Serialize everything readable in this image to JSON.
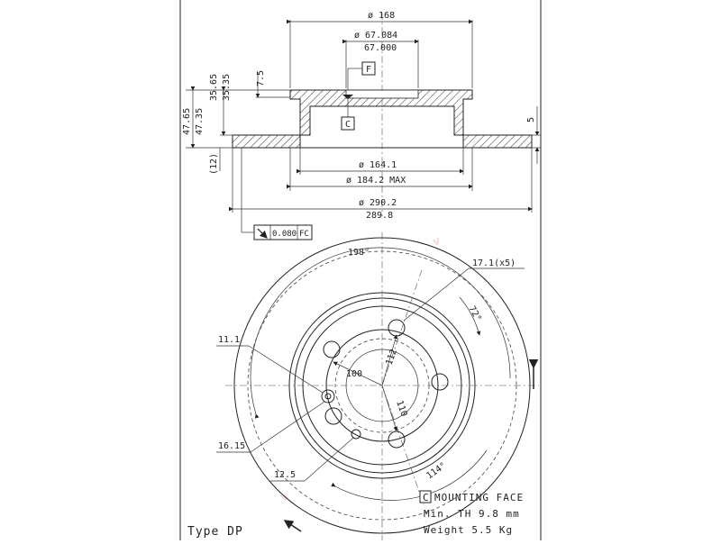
{
  "dimensions": {
    "top_diameter": "ø 168",
    "hub_tol_upper": "ø 67.084",
    "hub_tol_lower": "67.000",
    "datum_f": "F",
    "datum_c": "C",
    "offset_7_5": "7.5",
    "height_35_65": "35.65",
    "height_35_35": "35.35",
    "height_47_65": "47.65",
    "height_47_35": "47.35",
    "thickness_12": "(12)",
    "right_5": "5",
    "d_164_1": "ø 164.1",
    "d_184_2": "ø 184.2 MAX",
    "d_290_2": "ø 290.2",
    "d_289_8": "289.8",
    "runout_value": "0.080",
    "runout_ref": "FC"
  },
  "front_view": {
    "angle_198": "198°",
    "hole_17_1": "17.1(x5)",
    "angle_72": "72°",
    "r_11_1": "11.1",
    "r_100": "100",
    "r_112": "112",
    "r_110": "110",
    "r_16_15": "16.15",
    "r_12_5": "12.5",
    "angle_114": "114°"
  },
  "info": {
    "mounting_box": "C",
    "mounting_face": "MOUNTING FACE",
    "min_th": "Min. TH 9.8 mm",
    "weight": "Weight 5.5 Kg",
    "type": "Type DP"
  },
  "watermark": "V"
}
